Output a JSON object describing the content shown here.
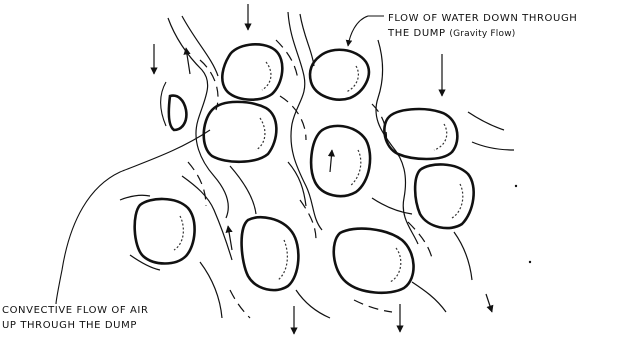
{
  "labels": {
    "water_flow_line1": "FLOW OF WATER DOWN THROUGH",
    "water_flow_line2": "THE DUMP",
    "water_flow_note": "(Gravity Flow)",
    "air_flow_line1": "CONVECTIVE FLOW OF AIR",
    "air_flow_line2": "UP THROUGH THE DUMP"
  },
  "colors": {
    "ink": "#111111",
    "background": "#ffffff"
  },
  "icons": [
    "rock-particle",
    "arrow-down",
    "arrow-up"
  ]
}
